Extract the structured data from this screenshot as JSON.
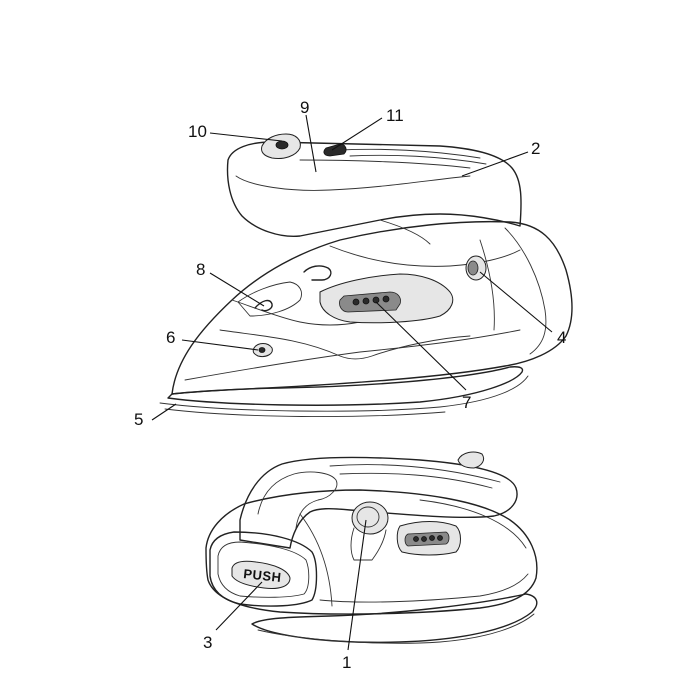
{
  "diagram": {
    "callouts": [
      {
        "id": "1",
        "label": "1"
      },
      {
        "id": "2",
        "label": "2"
      },
      {
        "id": "3",
        "label": "3"
      },
      {
        "id": "4",
        "label": "4"
      },
      {
        "id": "5",
        "label": "5"
      },
      {
        "id": "6",
        "label": "6"
      },
      {
        "id": "7",
        "label": "7"
      },
      {
        "id": "8",
        "label": "8"
      },
      {
        "id": "9",
        "label": "9"
      },
      {
        "id": "10",
        "label": "10"
      },
      {
        "id": "11",
        "label": "11"
      }
    ],
    "push_button_label": "PUSH"
  }
}
